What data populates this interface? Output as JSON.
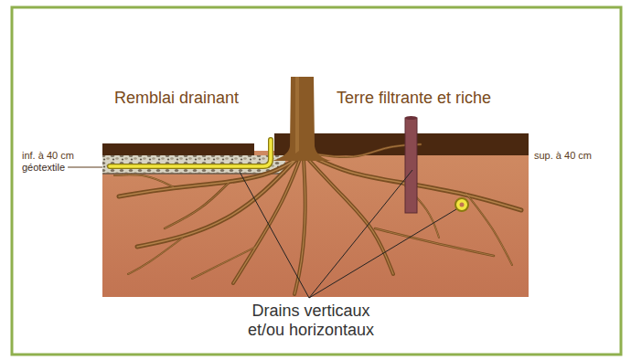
{
  "diagram": {
    "labels": [
      "Remblai drainant",
      "Terre filtrante et riche",
      "inf. à 40 cm",
      "géotextile",
      "sup. à 40 cm",
      "Drains verticaux et/ou horizontaux"
    ]
  }
}
